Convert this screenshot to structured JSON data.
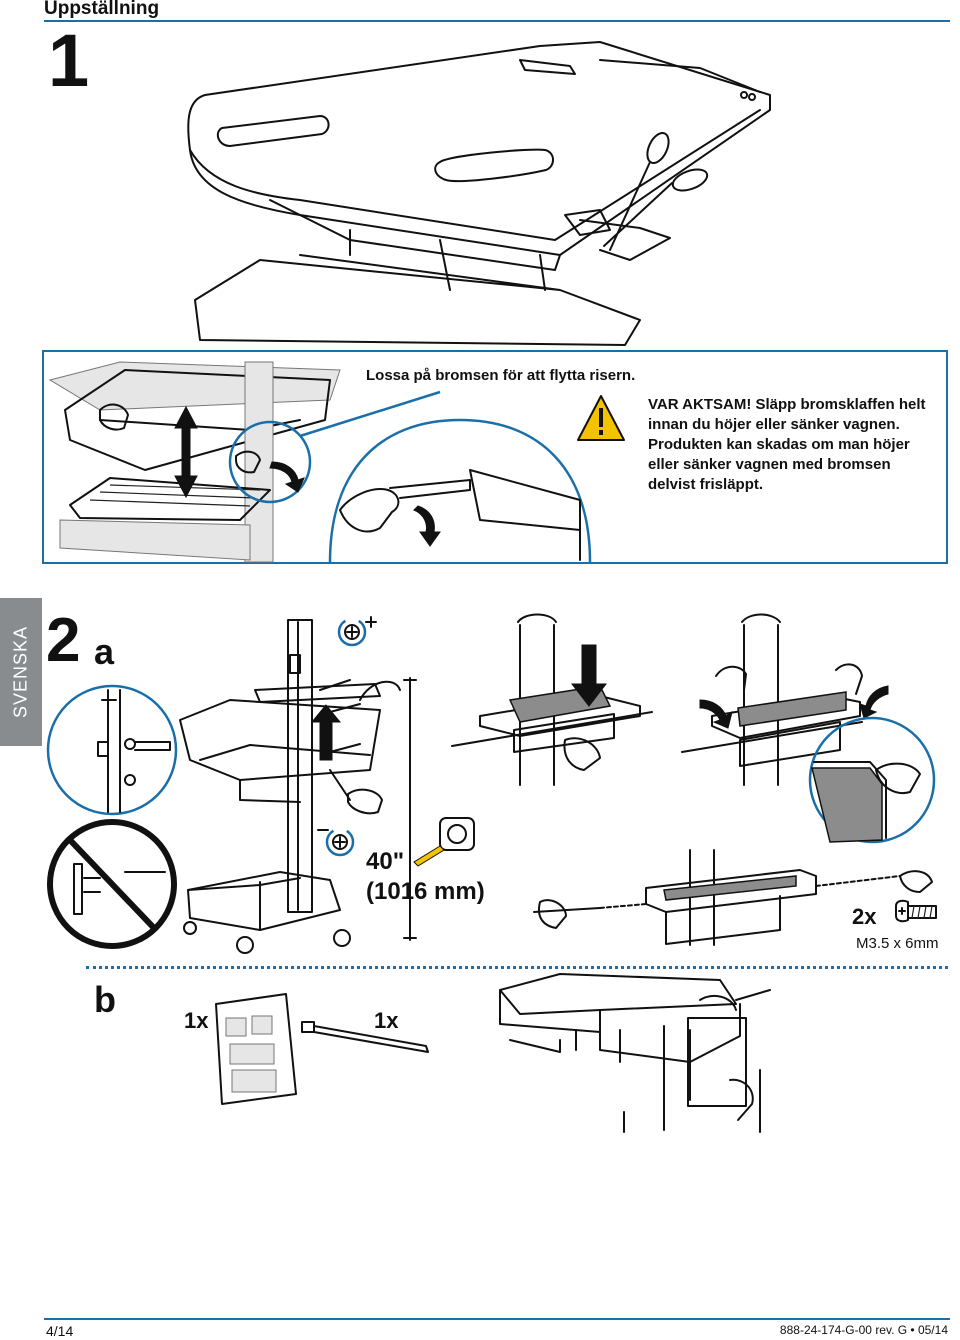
{
  "header": {
    "title": "Uppställning"
  },
  "steps": {
    "one": "1",
    "two": "2",
    "a": "a",
    "b": "b"
  },
  "language_tab": "SVENSKA",
  "note": {
    "release": "Lossa på bromsen för att flytta risern.",
    "caution": "VAR AKTSAM! Släpp bromsklaffen helt innan du höjer eller sänker vagnen. Produkten kan skadas om man höjer eller sänker vagnen med bromsen delvist frisläppt."
  },
  "step2a": {
    "height_in": "40\"",
    "height_mm": "(1016 mm)",
    "screw_qty": "2x",
    "screw_spec": "M3.5 x 6mm"
  },
  "step2b": {
    "qty_guide": "1x",
    "qty_tie": "1x"
  },
  "footer": {
    "page": "4/14",
    "code": "888-24-174-G-00 rev. G • 05/14"
  },
  "colors": {
    "accent": "#1a6fa8",
    "warning": "#f4c300",
    "tab_gray": "#888c8f"
  },
  "icons": [
    "scissors-icon",
    "warning-icon",
    "screw-tighten-icon",
    "screw-loosen-icon",
    "tape-measure-icon",
    "screw-icon",
    "prohibited-icon",
    "arrow-up-icon",
    "arrow-down-icon",
    "hand-icon"
  ]
}
